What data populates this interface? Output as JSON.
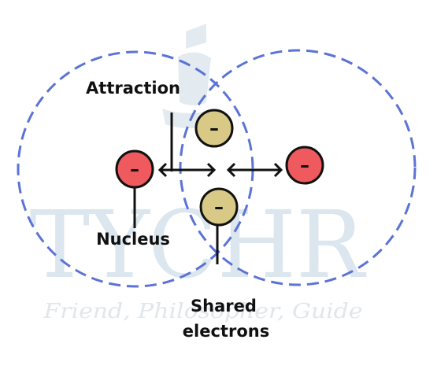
{
  "watermark": {
    "letters": "TYCHR",
    "tagline": "Friend, Philosopher, Guide"
  },
  "labels": {
    "attraction": "Attraction",
    "nucleus": "Nucleus",
    "shared_line1": "Shared",
    "shared_line2": "electrons"
  },
  "particles": {
    "nucleus_sign": "–",
    "electron_sign": "–"
  },
  "colors": {
    "orbit": "#5b73d6",
    "nucleus_fill": "#ef5a5f",
    "electron_fill": "#d8c986",
    "stroke": "#111111",
    "watermark": "#dbe6ee"
  }
}
